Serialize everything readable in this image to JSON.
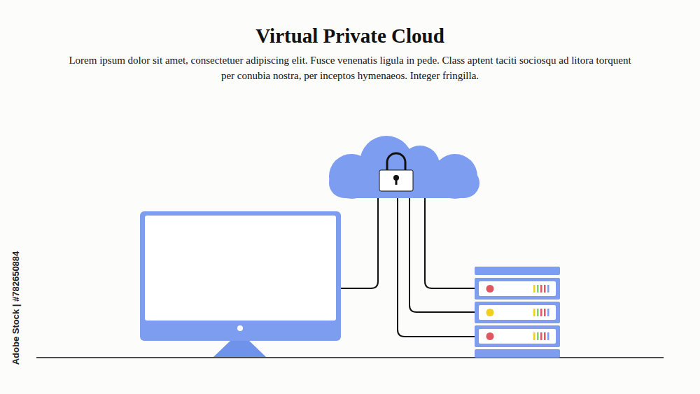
{
  "diagram": {
    "title": "Virtual Private Cloud",
    "caption": "Lorem ipsum dolor sit amet, consectetuer adipiscing elit. Fusce venenatis ligula in pede. Class aptent taciti sociosqu ad litora torquent per conubia nostra, per inceptos hymenaeos. Integer fringilla.",
    "labels": [
      "Adobe Stock | #782650884"
    ]
  }
}
